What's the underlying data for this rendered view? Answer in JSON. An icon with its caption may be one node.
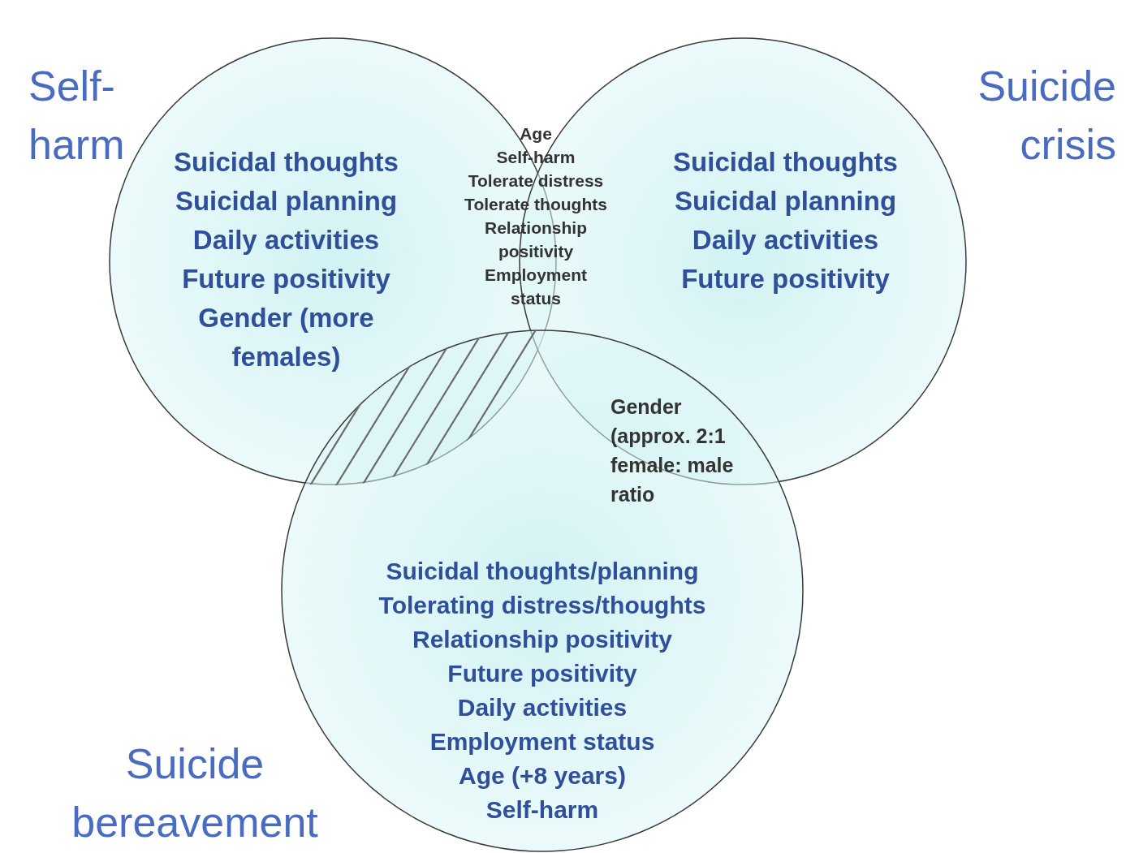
{
  "diagram": {
    "nodes": [
      {
        "text": [
          "Self-harm",
          "Suicidal thoughts",
          "Suicidal planning",
          "Daily activities",
          "Future positivity",
          "Gender (more females)"
        ]
      },
      {
        "text": [
          "Suicide crisis",
          "Suicidal thoughts",
          "Suicidal planning",
          "Daily activities",
          "Future positivity"
        ]
      },
      {
        "text": [
          "Suicide bereavement",
          "Suicidal thoughts/planning",
          "Tolerating distress/thoughts",
          "Relationship positivity",
          "Future positivity",
          "Daily activities",
          "Employment status",
          "Age (+8 years)",
          "Self-harm"
        ]
      }
    ],
    "edges": [],
    "labels": [
      "Age",
      "Self-harm",
      "Tolerate distress",
      "Tolerate thoughts",
      "Relationship positivity",
      "Employment status",
      "Gender (approx. 2:1 female: male ratio"
    ]
  }
}
